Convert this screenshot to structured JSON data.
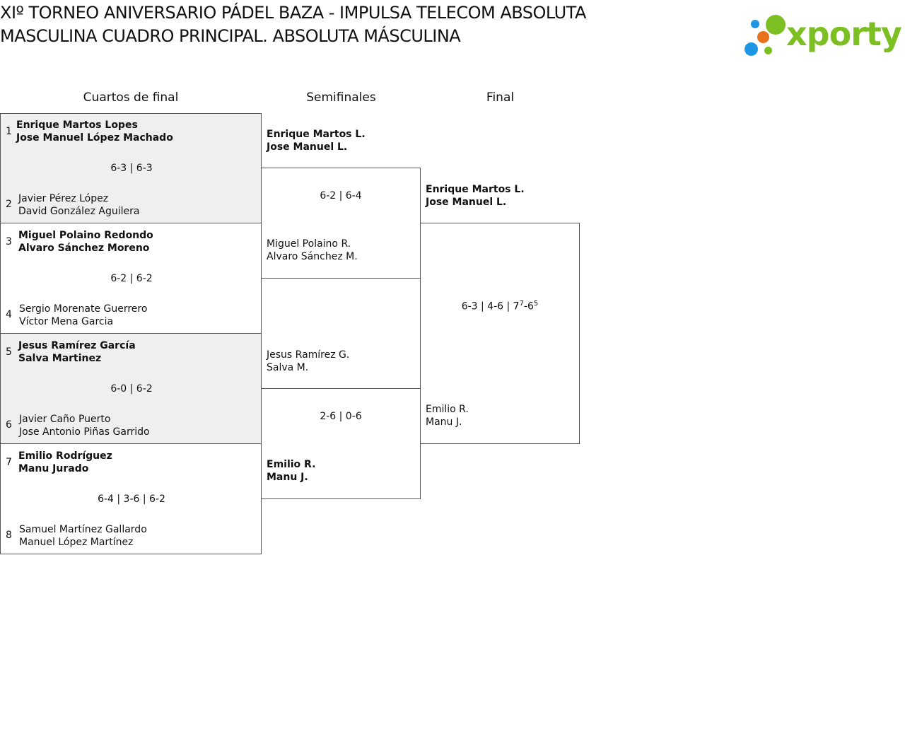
{
  "header": {
    "title": "XIº TORNEO ANIVERSARIO PÁDEL BAZA - IMPULSA TELECOM ABSOLUTA MASCULINA CUADRO PRINCIPAL. ABSOLUTA MÁSCULINA",
    "logo_text": "xporty"
  },
  "rounds": [
    "Cuartos de final",
    "Semifinales",
    "Final"
  ],
  "quarterfinals": [
    {
      "seed_a": "1",
      "a1": "Enrique Martos Lopes",
      "a2": "Jose Manuel López Machado",
      "score": "6-3 | 6-3",
      "seed_b": "2",
      "b1": "Javier Pérez López",
      "b2": "David González Aguilera"
    },
    {
      "seed_a": "3",
      "a1": "Miguel Polaino Redondo",
      "a2": "Alvaro Sánchez Moreno",
      "score": "6-2 | 6-2",
      "seed_b": "4",
      "b1": "Sergio Morenate Guerrero",
      "b2": "Víctor Mena Garcia"
    },
    {
      "seed_a": "5",
      "a1": "Jesus Ramírez García",
      "a2": "Salva Martinez",
      "score": "6-0 | 6-2",
      "seed_b": "6",
      "b1": "Javier Caño Puerto",
      "b2": "Jose Antonio Piñas Garrido"
    },
    {
      "seed_a": "7",
      "a1": "Emilio Rodríguez",
      "a2": "Manu Jurado",
      "score": "6-4 | 3-6 | 6-2",
      "seed_b": "8",
      "b1": "Samuel Martínez Gallardo",
      "b2": "Manuel López Martínez"
    }
  ],
  "semifinals": [
    {
      "a1": "Enrique Martos L.",
      "a2": "Jose Manuel L.",
      "score": "6-2 | 6-4",
      "b1": "Miguel Polaino R.",
      "b2": "Alvaro Sánchez M."
    },
    {
      "a1": "Jesus Ramírez G.",
      "a2": "Salva M.",
      "score": "2-6 | 0-6",
      "b1": "Emilio R.",
      "b2": "Manu J."
    }
  ],
  "final": {
    "a1": "Enrique Martos L.",
    "a2": "Jose Manuel L.",
    "score_main": "6-3 | 4-6 | 7",
    "tb_a": "7",
    "score_mid": "-6",
    "tb_b": "5",
    "b1": "Emilio R.",
    "b2": "Manu J."
  },
  "colors": {
    "logo_green": "#7bbf22",
    "logo_blue": "#1e96e6",
    "logo_orange": "#e8711f",
    "shade": "#efefef"
  }
}
